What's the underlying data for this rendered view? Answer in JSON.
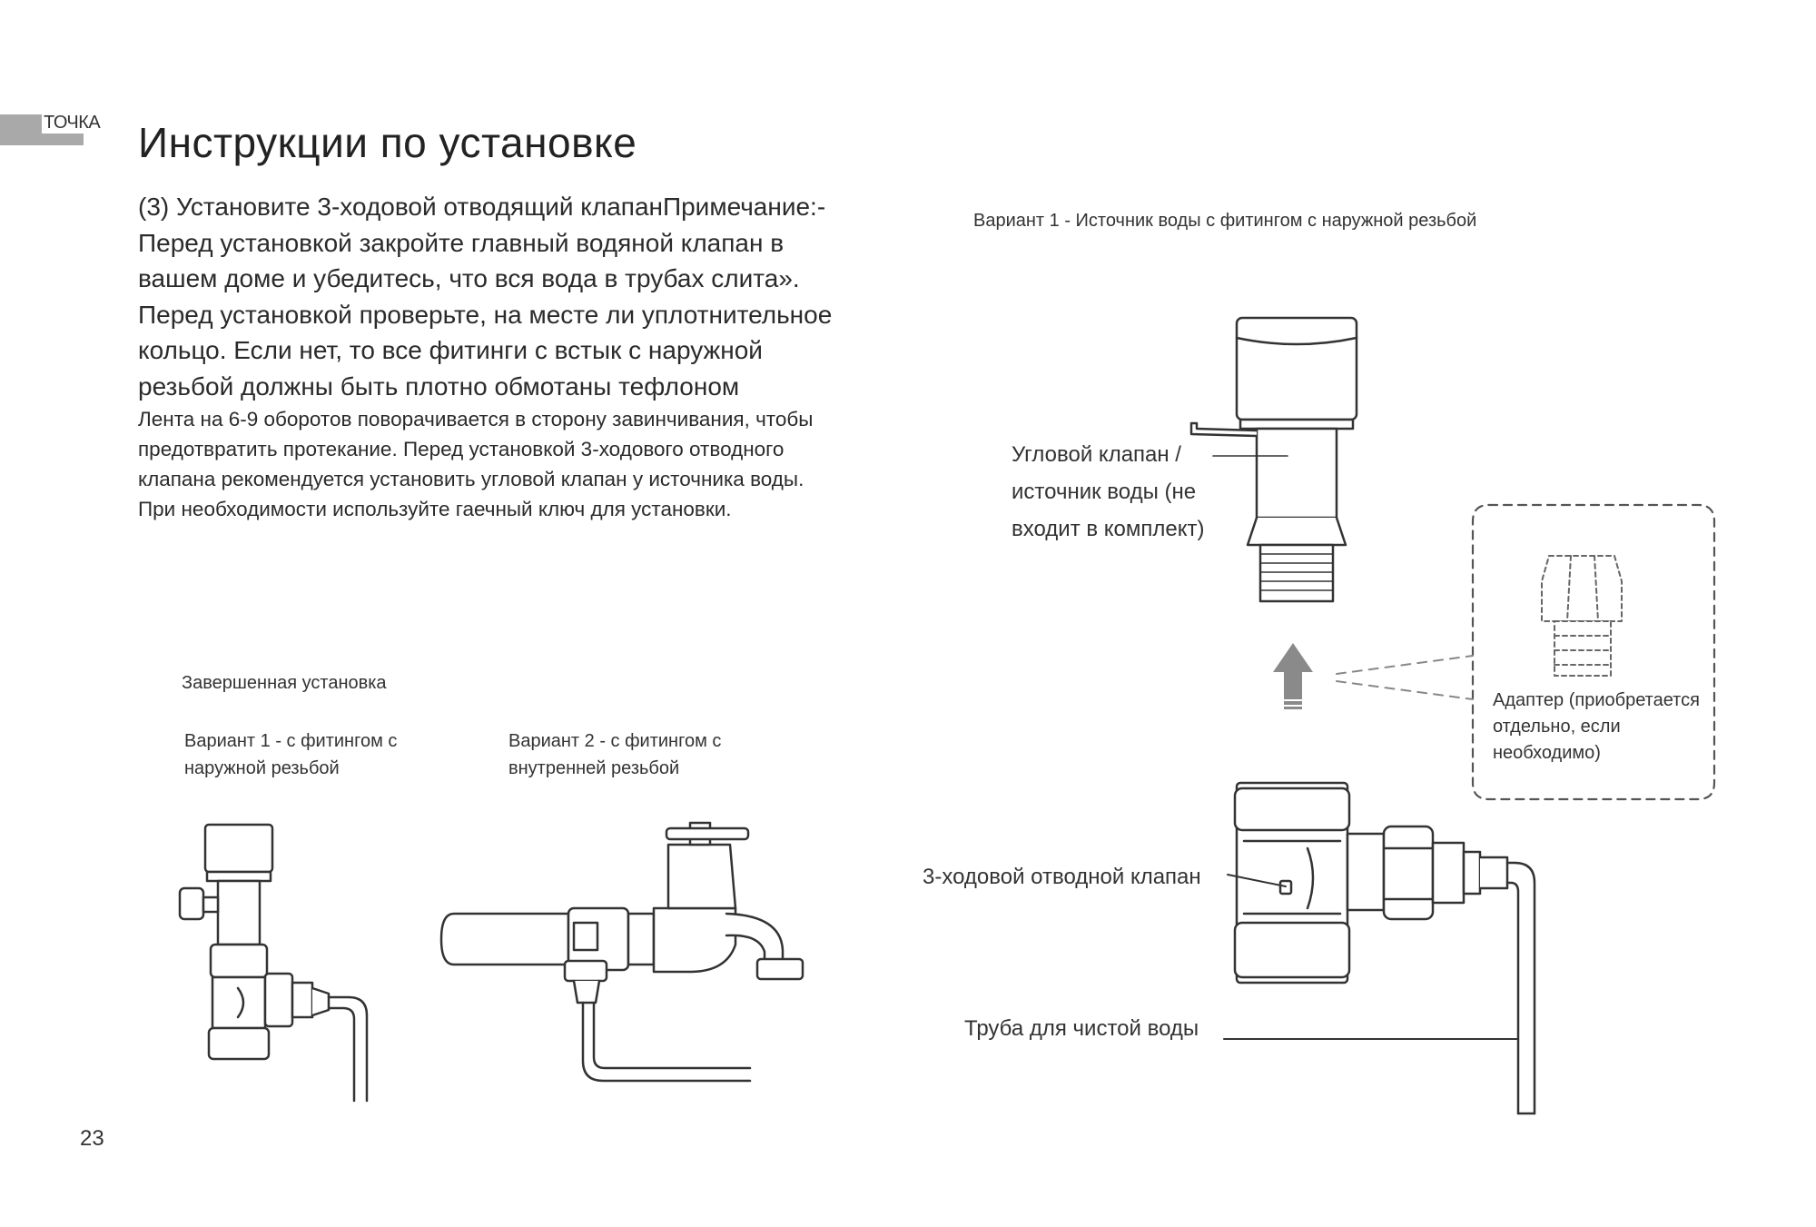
{
  "header": {
    "tab_label": "ТОЧКА",
    "title": "Инструкции по установке"
  },
  "intro_lines": [
    "(3) Установите 3-ходовой отводящий клапанПримечание:-",
    "Перед установкой закройте главный водяной клапан в",
    "вашем доме и убедитесь, что вся вода в трубах слита».",
    "Перед установкой проверьте, на месте ли уплотнительное",
    "кольцо. Если нет, то все фитинги с встык с наружной",
    "резьбой должны быть плотно обмотаны тефлоном"
  ],
  "small_lines": [
    "Лента на 6-9 оборотов поворачивается в сторону завинчивания, чтобы",
    "предотвратить протекание. Перед установкой 3-ходового отводного",
    "клапана рекомендуется установить угловой клапан у источника воды.",
    "При необходимости используйте гаечный ключ для установки."
  ],
  "completed": {
    "heading": "Завершенная установка",
    "variant1": [
      "Вариант 1 - с фитингом с",
      "наружной резьбой"
    ],
    "variant2": [
      "Вариант 2 - с фитингом с",
      "внутренней резьбой"
    ]
  },
  "right_diagram": {
    "heading": "Вариант 1 - Источник воды с фитингом с наружной резьбой",
    "angle_valve": [
      "Угловой клапан /",
      "источник воды (не",
      "входит в комплект)"
    ],
    "adapter": [
      "Адаптер (приобретается",
      "отдельно, если",
      "необходимо)"
    ],
    "three_way_valve": "3-ходовой отводной клапан",
    "clean_pipe": "Труба для чистой воды"
  },
  "page_number": "23"
}
